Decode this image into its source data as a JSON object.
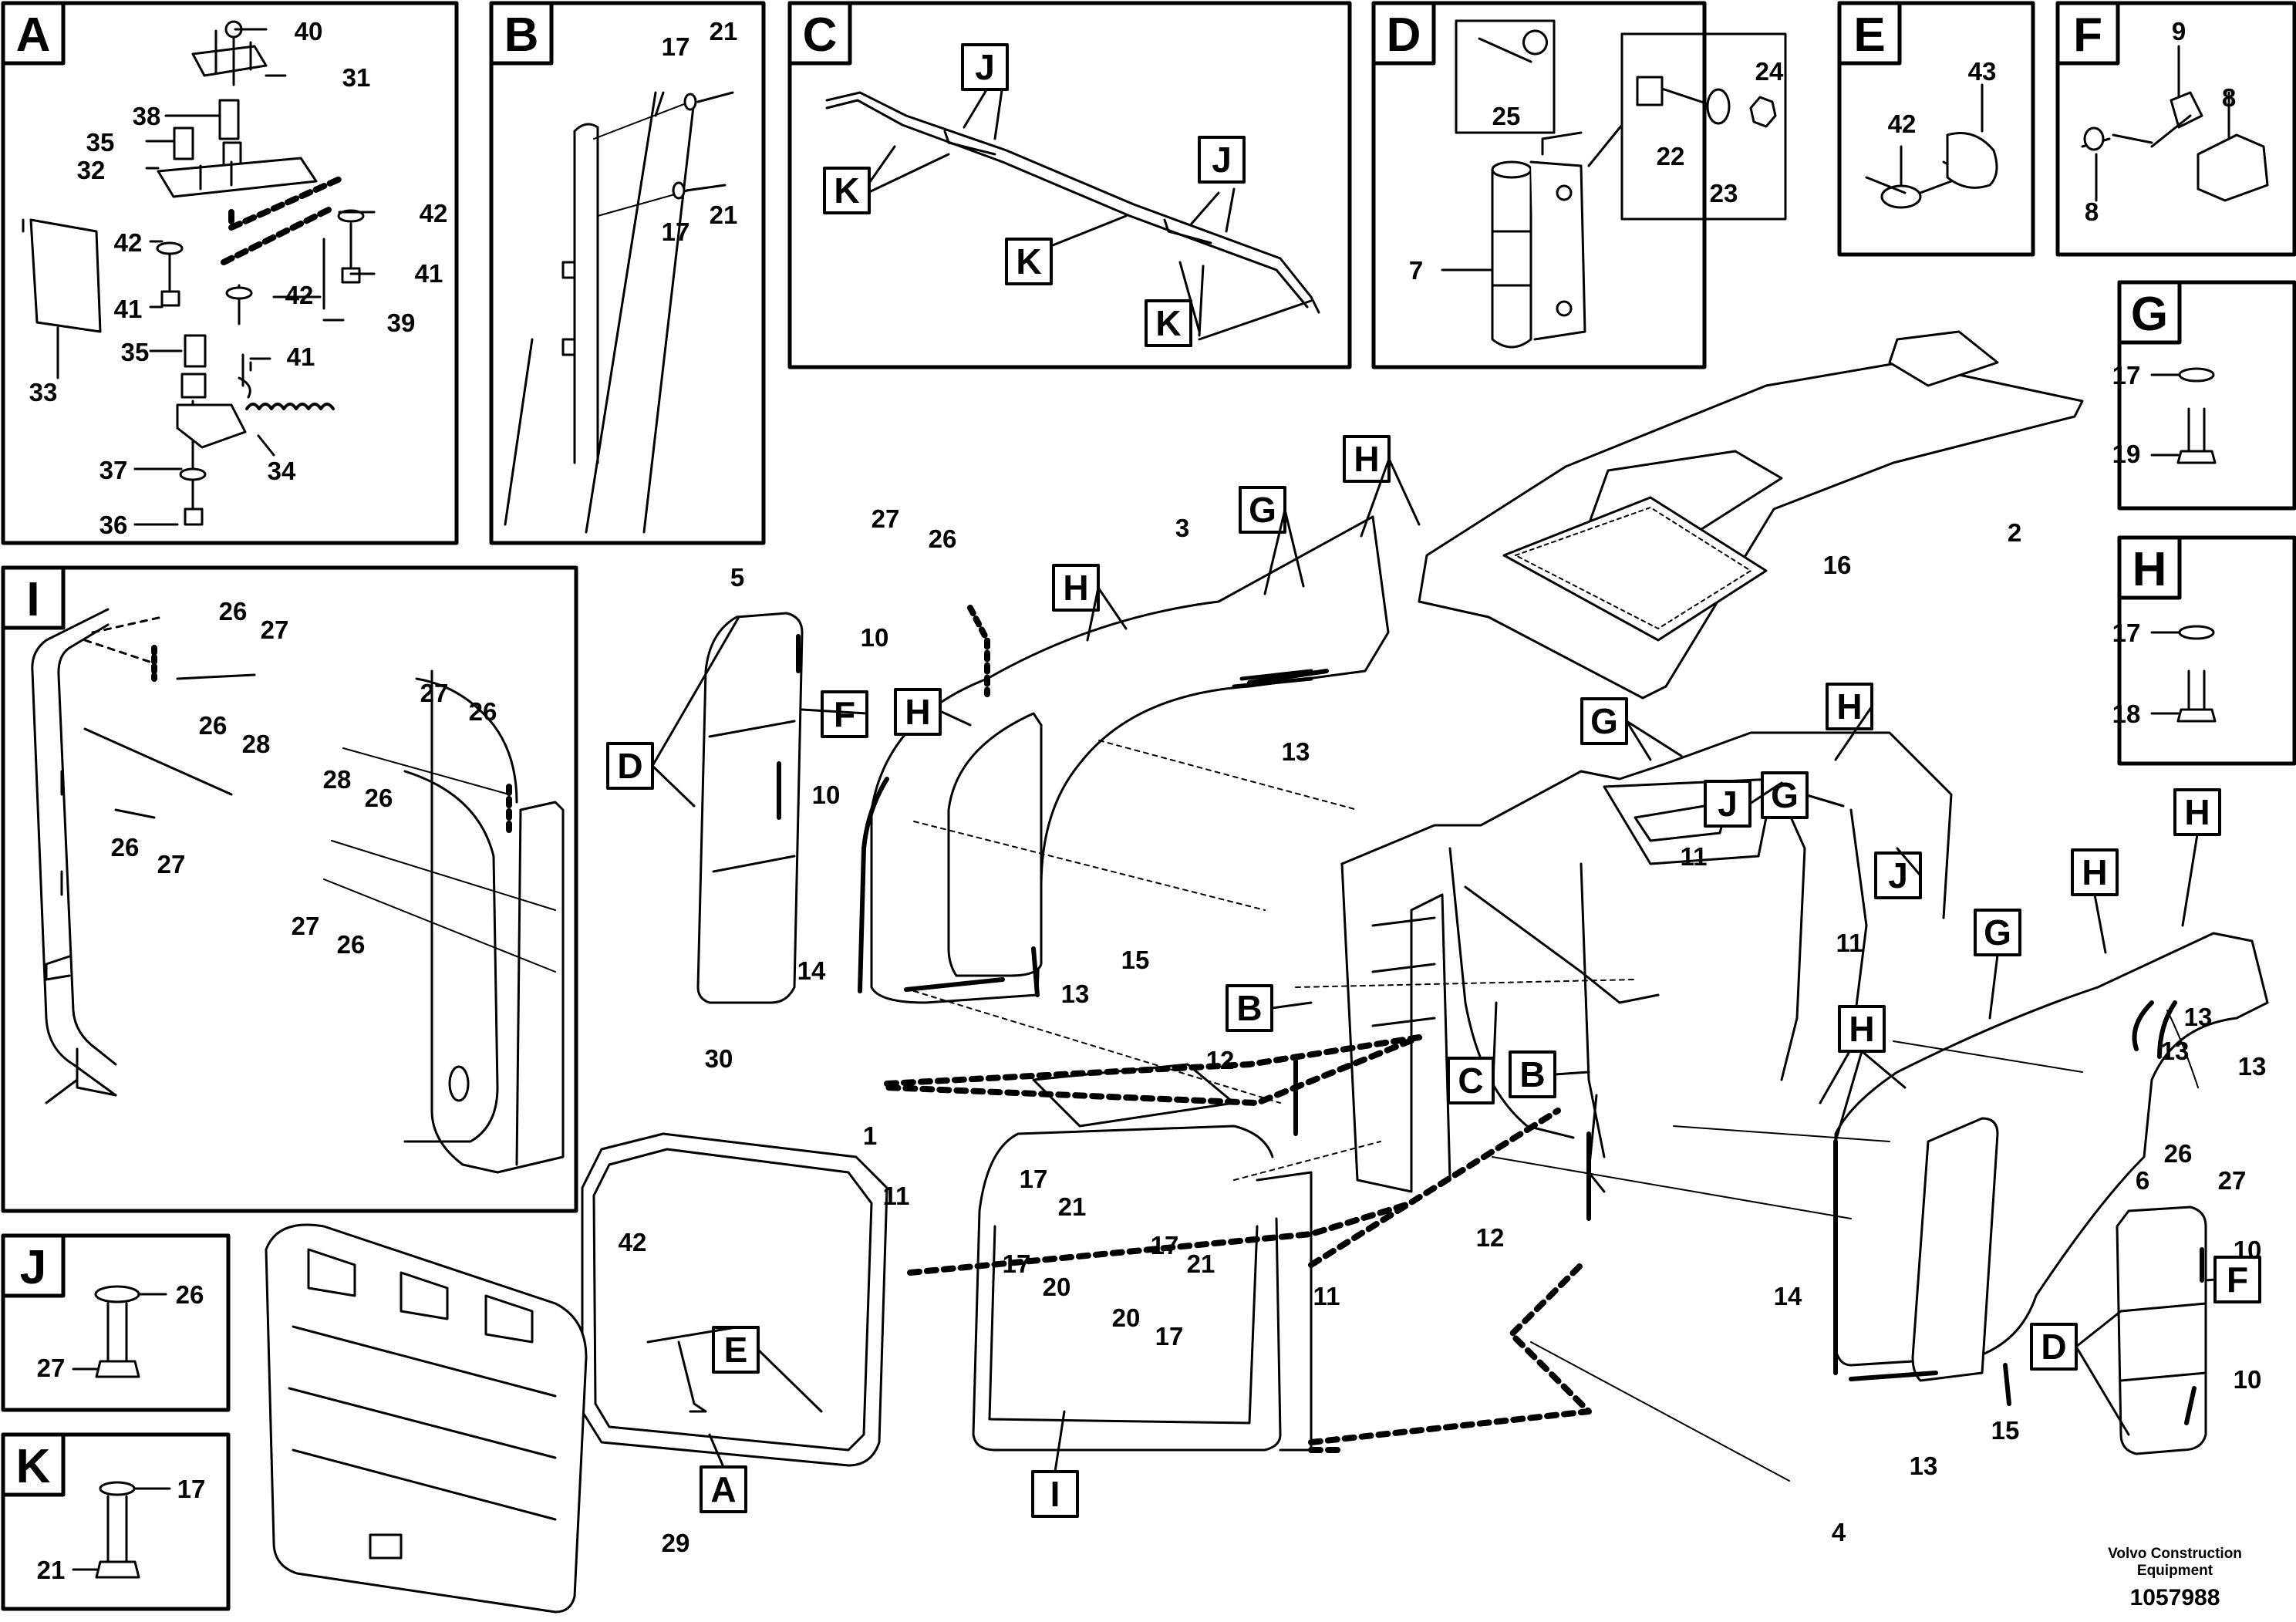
{
  "panels": {
    "A": {
      "letter": "A",
      "callouts": [
        "40",
        "31",
        "38",
        "35",
        "32",
        "42",
        "42",
        "41",
        "33",
        "35",
        "42",
        "41",
        "39",
        "41",
        "37",
        "34",
        "36"
      ]
    },
    "B": {
      "letter": "B",
      "callouts": [
        "17",
        "21",
        "17",
        "21"
      ]
    },
    "C": {
      "letter": "C",
      "refs": [
        "J",
        "K",
        "J",
        "K",
        "K"
      ]
    },
    "D": {
      "letter": "D",
      "callouts": [
        "25",
        "24",
        "22",
        "23",
        "7"
      ]
    },
    "E": {
      "letter": "E",
      "callouts": [
        "42",
        "43"
      ]
    },
    "F": {
      "letter": "F",
      "callouts": [
        "9",
        "8",
        "8"
      ]
    },
    "G": {
      "letter": "G",
      "callouts": [
        "17",
        "19"
      ]
    },
    "H": {
      "letter": "H",
      "callouts": [
        "17",
        "18"
      ]
    },
    "I": {
      "letter": "I",
      "callouts": [
        "26",
        "27",
        "26",
        "28",
        "26",
        "27",
        "27",
        "26",
        "28",
        "26",
        "27",
        "26"
      ]
    },
    "J": {
      "letter": "J",
      "callouts": [
        "26",
        "27"
      ]
    },
    "K": {
      "letter": "K",
      "callouts": [
        "17",
        "21"
      ]
    }
  },
  "main": {
    "callouts": [
      "27",
      "26",
      "3",
      "5",
      "10",
      "10",
      "2",
      "16",
      "13",
      "14",
      "15",
      "13",
      "12",
      "11",
      "11",
      "12",
      "14",
      "13",
      "15",
      "4",
      "6",
      "10",
      "10",
      "1",
      "11",
      "17",
      "21",
      "17",
      "20",
      "20",
      "17",
      "21",
      "17",
      "11",
      "42",
      "30",
      "29",
      "26",
      "27",
      "13",
      "13",
      "13"
    ],
    "refs": [
      "D",
      "F",
      "H",
      "H",
      "G",
      "H",
      "G",
      "J",
      "G",
      "H",
      "J",
      "B",
      "C",
      "B",
      "H",
      "H",
      "G",
      "H",
      "D",
      "F",
      "E",
      "A",
      "I"
    ]
  },
  "footer": {
    "brand_line1": "Volvo Construction",
    "brand_line2": "Equipment",
    "doc_number": "1057988"
  }
}
